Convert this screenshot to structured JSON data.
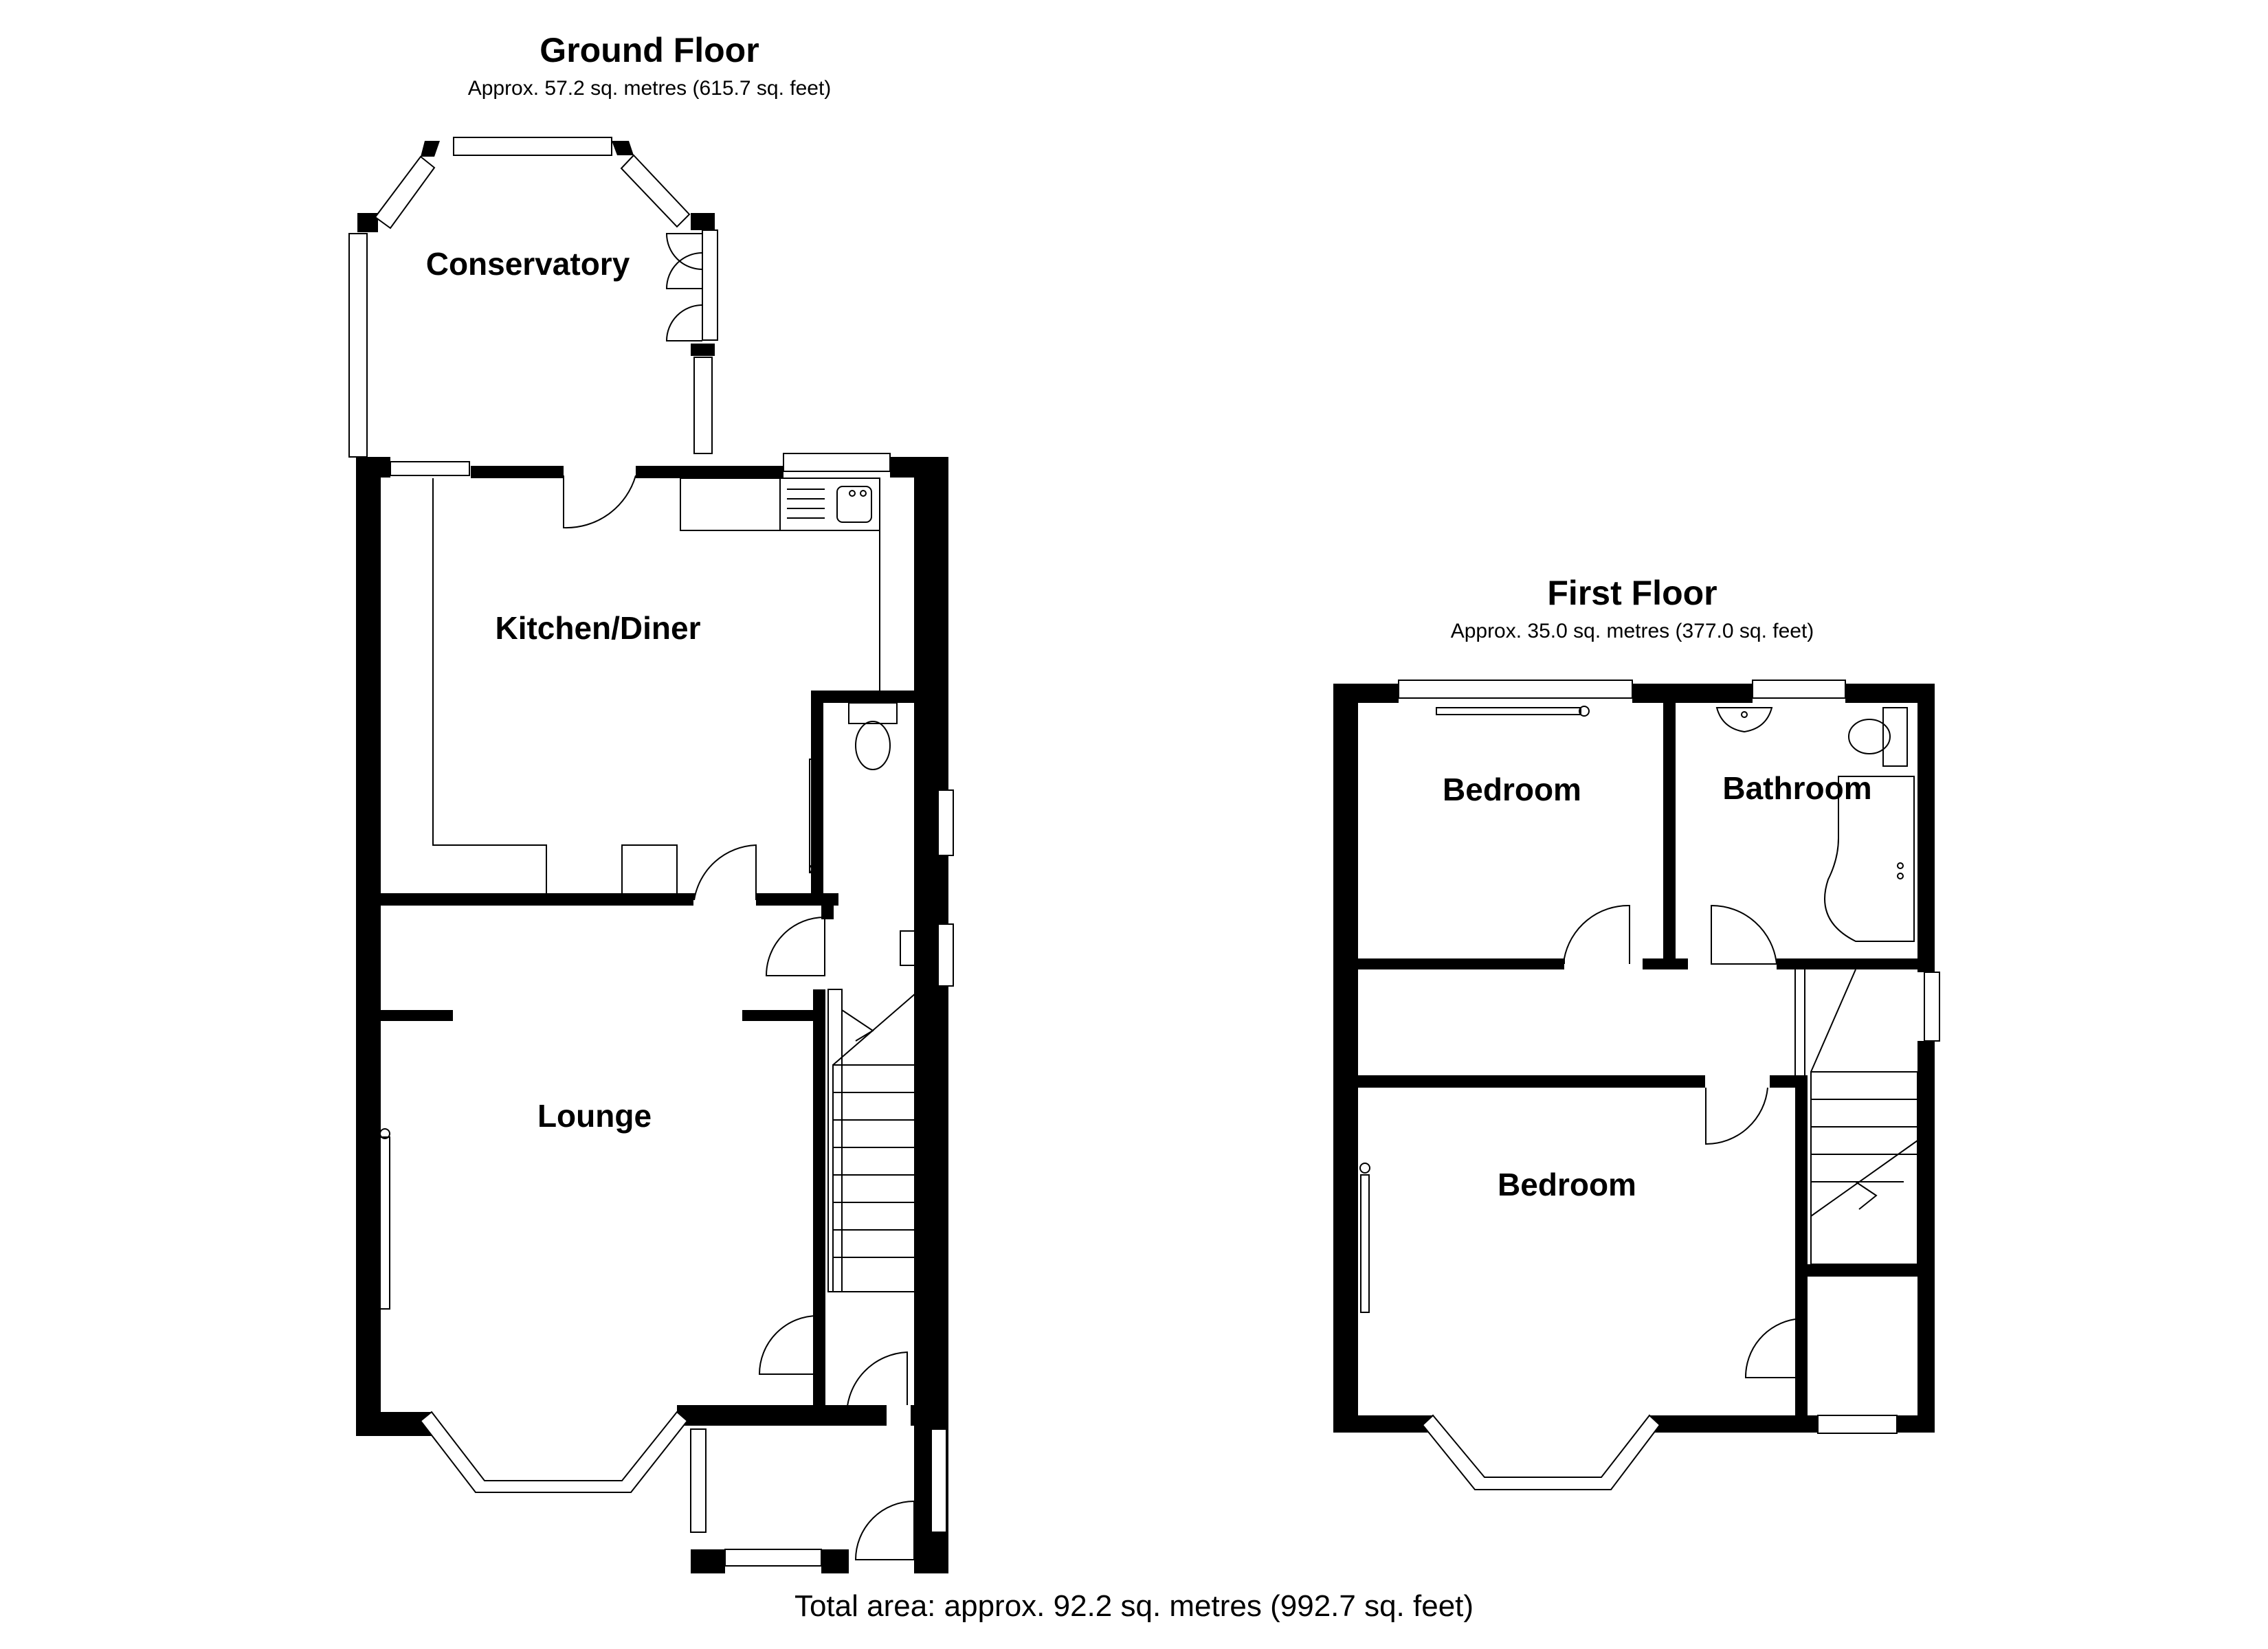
{
  "ground_floor": {
    "title": "Ground Floor",
    "area": "Approx. 57.2 sq. metres (615.7 sq. feet)",
    "rooms": {
      "conservatory": "Conservatory",
      "kitchen": "Kitchen/Diner",
      "lounge": "Lounge"
    }
  },
  "first_floor": {
    "title": "First Floor",
    "area": "Approx. 35.0 sq. metres (377.0 sq. feet)",
    "rooms": {
      "bedroom_small": "Bedroom",
      "bathroom": "Bathroom",
      "bedroom_large": "Bedroom"
    }
  },
  "total_area": "Total area: approx. 92.2 sq. metres (992.7 sq. feet)"
}
